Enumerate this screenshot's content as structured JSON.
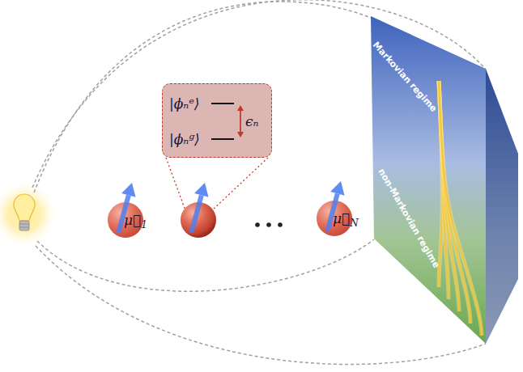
{
  "diagram": {
    "nodes": [
      {
        "text": [
          "μ⃗1"
        ]
      },
      {
        "text": [
          "|ϕₙᵉ⟩",
          "|ϕₙᵍ⟩",
          "ϵₙ"
        ]
      },
      {
        "text": [
          "μ⃗N"
        ]
      },
      {
        "text": [
          "Markovian regime",
          "non-Markovian regime"
        ]
      }
    ]
  }
}
